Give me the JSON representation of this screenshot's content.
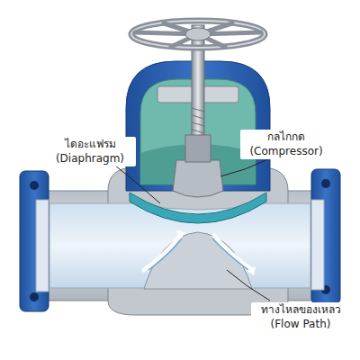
{
  "diagram": {
    "labels": [
      "ไดอะแฟรม (Diaphragm)",
      "กลไกกด (Compressor)",
      "ทางไหลของเหลว (Flow Path)"
    ]
  }
}
